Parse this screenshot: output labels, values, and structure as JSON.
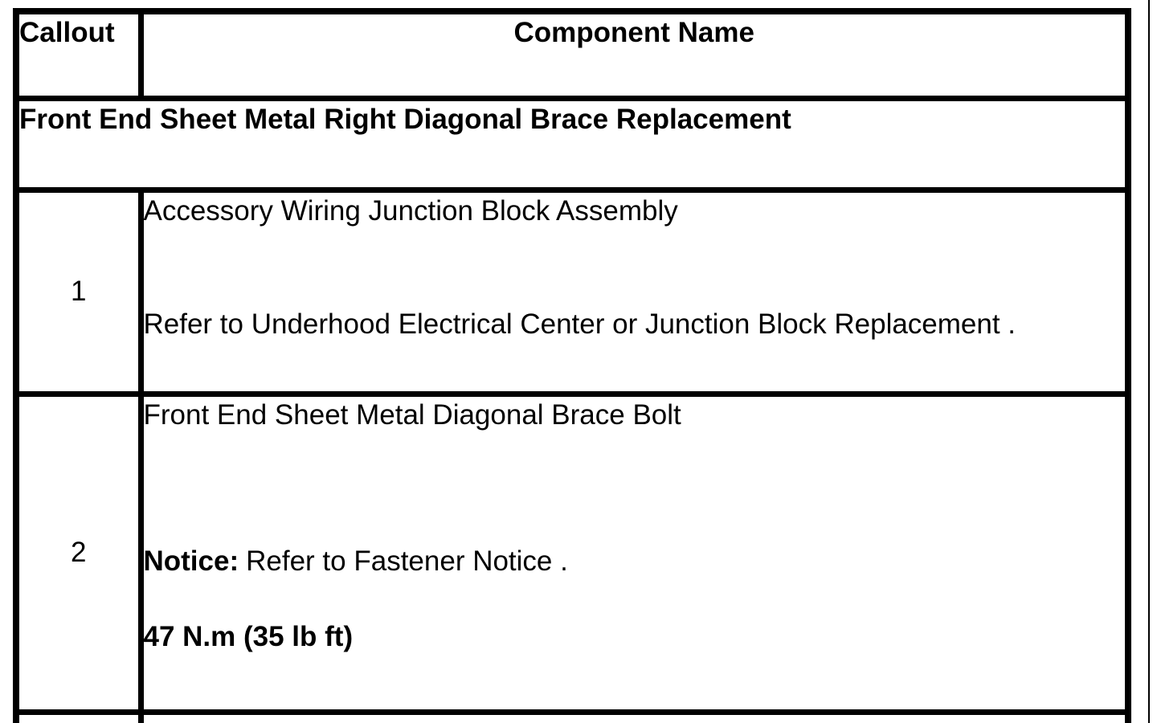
{
  "page": {
    "background_color": "#ffffff",
    "line_color": "#000000"
  },
  "table": {
    "header": {
      "callout_label": "Callout",
      "component_label": "Component Name"
    },
    "title_row": "Front End Sheet Metal Right Diagonal Brace Replacement",
    "rows": [
      {
        "callout": "1",
        "component": "Accessory Wiring Junction Block Assembly",
        "note": "Refer to Underhood Electrical Center or Junction Block Replacement ."
      },
      {
        "callout": "2",
        "component": "Front End Sheet Metal Diagonal Brace Bolt",
        "notice_label": "Notice:",
        "notice_text": "Refer to Fastener Notice .",
        "torque": "47 N.m (35 lb ft)"
      }
    ]
  }
}
